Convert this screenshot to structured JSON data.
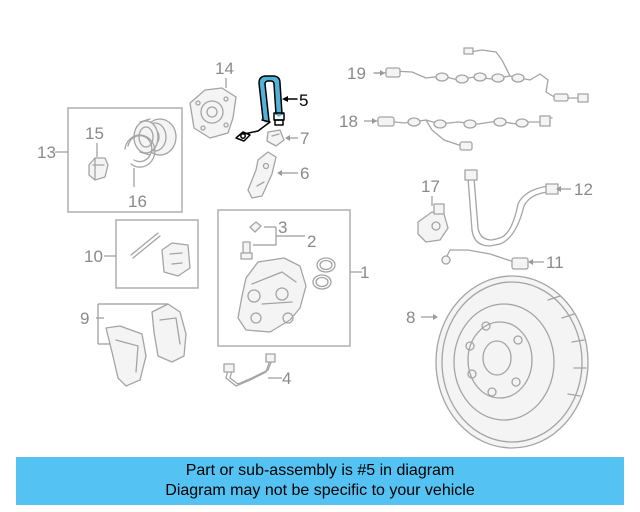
{
  "callouts": [
    {
      "id": "c1",
      "label": "1"
    },
    {
      "id": "c2",
      "label": "2"
    },
    {
      "id": "c3",
      "label": "3"
    },
    {
      "id": "c4",
      "label": "4"
    },
    {
      "id": "c5",
      "label": "5",
      "highlighted": true
    },
    {
      "id": "c6",
      "label": "6"
    },
    {
      "id": "c7",
      "label": "7"
    },
    {
      "id": "c8",
      "label": "8"
    },
    {
      "id": "c9",
      "label": "9"
    },
    {
      "id": "c10",
      "label": "10"
    },
    {
      "id": "c11",
      "label": "11"
    },
    {
      "id": "c12",
      "label": "12"
    },
    {
      "id": "c13",
      "label": "13"
    },
    {
      "id": "c14",
      "label": "14"
    },
    {
      "id": "c15",
      "label": "15"
    },
    {
      "id": "c16",
      "label": "16"
    },
    {
      "id": "c17",
      "label": "17"
    },
    {
      "id": "c18",
      "label": "18"
    },
    {
      "id": "c19",
      "label": "19"
    }
  ],
  "caption": {
    "line1": "Part or sub-assembly is #5 in diagram",
    "line2": "Diagram may not be specific to your vehicle"
  },
  "colors": {
    "caption_bg": "#54c2f2",
    "highlight": "#4fb3d9",
    "line_art": "#a4a4a4"
  }
}
